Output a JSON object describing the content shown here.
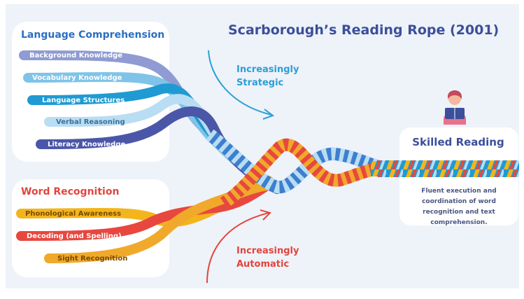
{
  "title": "Scarborough’s Reading Rope (2001)",
  "language_comprehension": {
    "heading": "Language Comprehension",
    "strands": [
      "Background Knowledge",
      "Vocabulary Knowledge",
      "Language Structures",
      "Verbal Reasoning",
      "Literacy Knowledge"
    ]
  },
  "word_recognition": {
    "heading": "Word Recognition",
    "strands": [
      "Phonological Awareness",
      "Decoding (and Spelling)",
      "Sight Recognition"
    ]
  },
  "strategic": {
    "line1": "Increasingly",
    "line2": "Strategic"
  },
  "automatic": {
    "line1": "Increasingly",
    "line2": "Automatic"
  },
  "skilled_reading": {
    "heading": "Skilled Reading",
    "description": "Fluent execution and coordination of word recognition and text comprehension."
  },
  "colors": {
    "background": "#eef2f9",
    "title": "#3b4f9a",
    "lc_heading": "#2b6fc2",
    "wr_heading": "#e2453d",
    "strategic_text": "#2ba0d6",
    "automatic_text": "#e2453d",
    "lc_strands": [
      "#8f9bd2",
      "#7fc4e8",
      "#1f9ad3",
      "#b9ddf3",
      "#4a57a8"
    ],
    "wr_strands": [
      "#f2b51c",
      "#e8473f",
      "#f0a92a"
    ]
  }
}
